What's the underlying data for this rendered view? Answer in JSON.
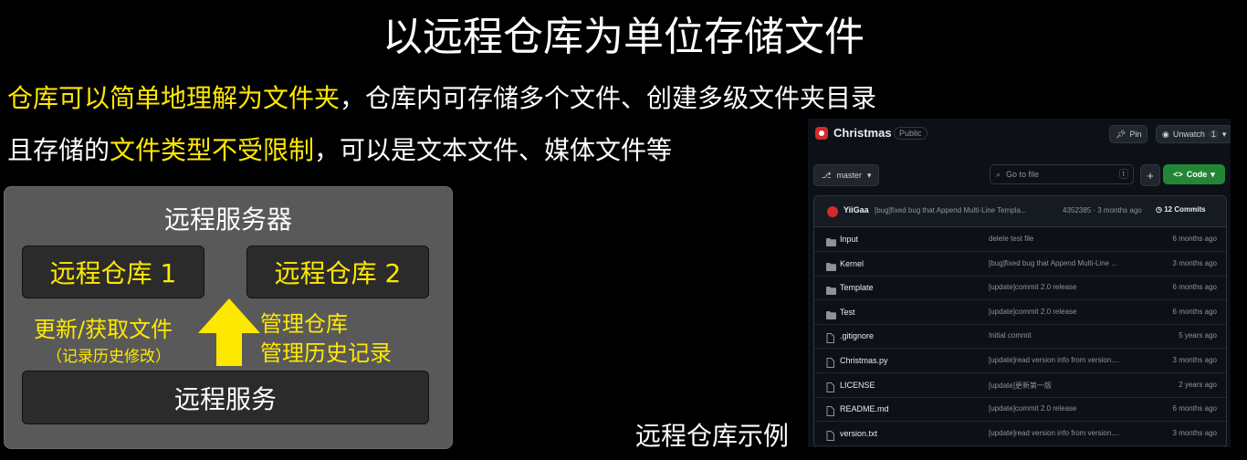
{
  "title": "以远程仓库为单位存储文件",
  "line1": {
    "highlight": "仓库可以简单地理解为文件夹",
    "rest": "，仓库内可存储多个文件、创建多级文件夹目录"
  },
  "line2": {
    "prefix": "且存储的",
    "highlight": "文件类型不受限制",
    "rest": "，可以是文本文件、媒体文件等"
  },
  "diagram": {
    "server_title": "远程服务器",
    "repo1": "远程仓库  1",
    "repo2": "远程仓库  2",
    "left_label": "更新/获取文件",
    "left_sub": "（记录历史修改）",
    "right_label1": "管理仓库",
    "right_label2": "管理历史记录",
    "service": "远程服务"
  },
  "caption": "远程仓库示例",
  "github": {
    "repo_name": "Christmas",
    "visibility": "Public",
    "pin_label": "Pin",
    "watch_label": "Unwatch",
    "watch_count": "1",
    "branch": "master",
    "goto_placeholder": "Go to file",
    "goto_key": "t",
    "plus": "+",
    "code_label": "Code",
    "commit": {
      "author": "YiiGaa",
      "message": "[bug]fixed bug that Append Multi-Line Templa...",
      "hash_time": "4352385 · 3 months ago",
      "commits": "12 Commits"
    },
    "files": [
      {
        "type": "folder",
        "name": "Input",
        "message": "delete test file",
        "age": "6 months ago"
      },
      {
        "type": "folder",
        "name": "Kernel",
        "message": "[bug]fixed bug that Append Multi-Line ...",
        "age": "3 months ago"
      },
      {
        "type": "folder",
        "name": "Template",
        "message": "[update]commit 2.0 release",
        "age": "6 months ago"
      },
      {
        "type": "folder",
        "name": "Test",
        "message": "[update]commit 2.0 release",
        "age": "6 months ago"
      },
      {
        "type": "file",
        "name": ".gitignore",
        "message": "Initial commit",
        "age": "5 years ago"
      },
      {
        "type": "file",
        "name": "Christmas.py",
        "message": "[update]read version info from version....",
        "age": "3 months ago"
      },
      {
        "type": "file",
        "name": "LICENSE",
        "message": "[update]更新第一版",
        "age": "2 years ago"
      },
      {
        "type": "file",
        "name": "README.md",
        "message": "[update]commit 2.0 release",
        "age": "6 months ago"
      },
      {
        "type": "file",
        "name": "version.txt",
        "message": "[update]read version info from version....",
        "age": "3 months ago"
      }
    ]
  },
  "colors": {
    "highlight": "#ffe800",
    "code_button": "#238636",
    "brand": "#d12b2b"
  }
}
